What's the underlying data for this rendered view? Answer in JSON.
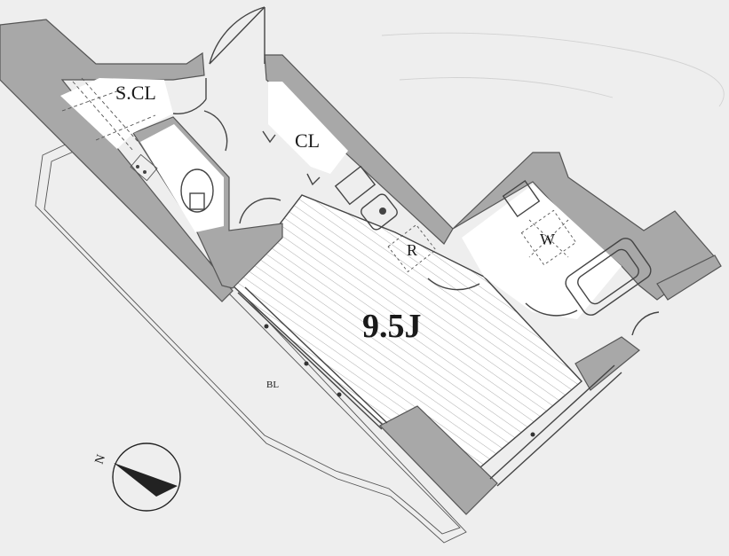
{
  "rooms": {
    "main_room": "9.5J",
    "storage_closet": "S.CL",
    "closet": "CL",
    "refrigerator": "R",
    "washer": "W",
    "balcony": "BL"
  },
  "compass": {
    "north_label": "N"
  }
}
